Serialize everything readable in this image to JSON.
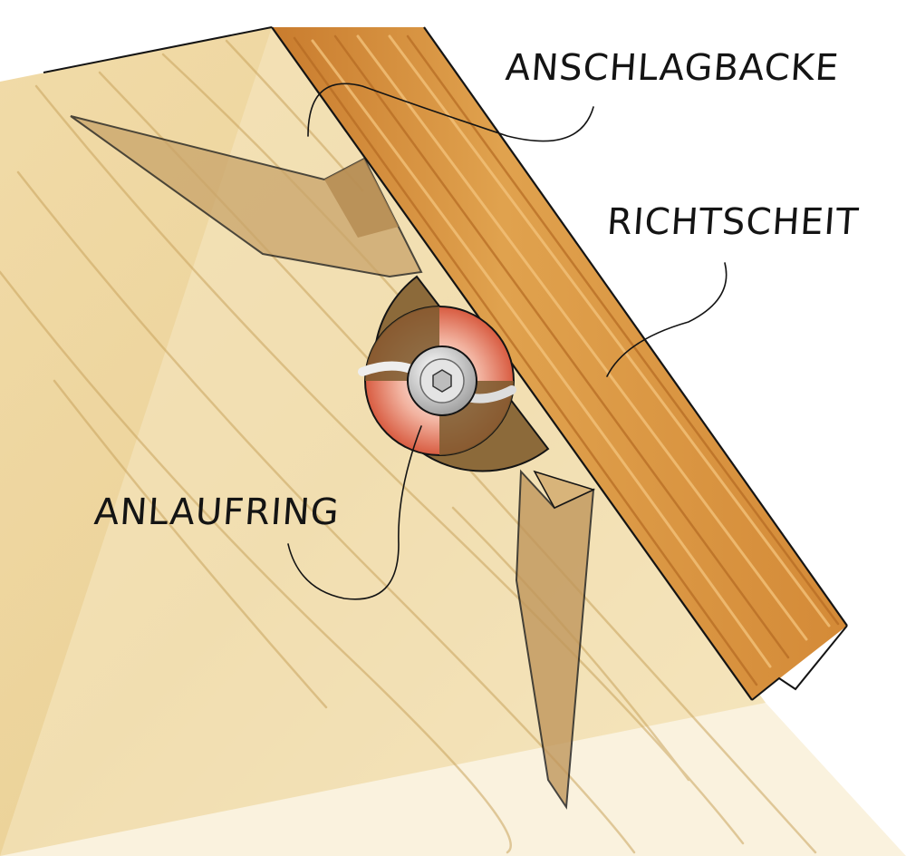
{
  "labels": {
    "anschlagbacke": "ANSCHLAGBACKE",
    "richtscheit": "RICHTSCHEIT",
    "anlaufring": "ANLAUFRING"
  },
  "colors": {
    "workpiece_wood": "#e9cf94",
    "straightedge_wood": "#d9973f",
    "stop_jaw": "#c9a46a",
    "bearing_ring": "#e8795e",
    "bearing_housing": "#8c6a3a",
    "bolt": "#c9c9c9",
    "ink": "#141414"
  }
}
